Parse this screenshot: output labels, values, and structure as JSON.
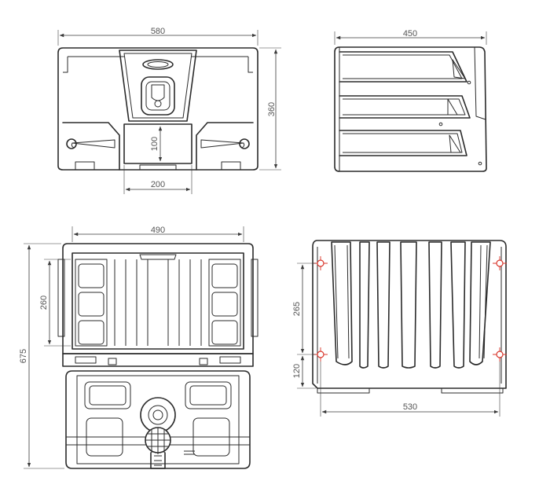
{
  "views": {
    "front": {
      "width_label": "580",
      "height_label": "360",
      "window_height_label": "100",
      "window_width_label": "200"
    },
    "side": {
      "depth_label": "450"
    },
    "open_top": {
      "width_label": "490",
      "total_height_label": "675",
      "lid_height_label": "260"
    },
    "back": {
      "hole_spacing_vertical_label": "265",
      "bottom_offset_label": "120",
      "hole_spacing_horizontal_label": "530"
    }
  },
  "colors": {
    "line": "#2b2b2b",
    "dimension": "#3a3a3a",
    "mounting_hole": "#d9352a"
  }
}
